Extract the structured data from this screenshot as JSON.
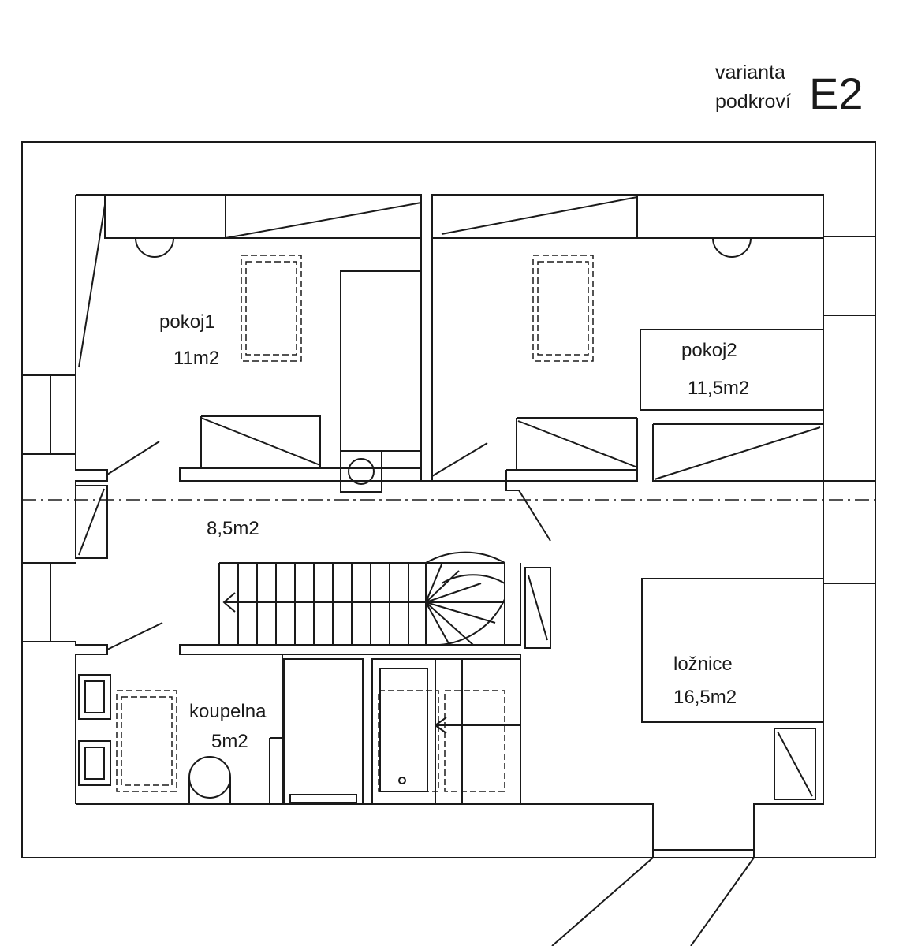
{
  "title": {
    "line1": "varianta",
    "line2": "podkroví",
    "code": "E2"
  },
  "rooms": {
    "pokoj1": {
      "name": "pokoj1",
      "area": "11m2"
    },
    "pokoj2": {
      "name": "pokoj2",
      "area": "11,5m2"
    },
    "hall": {
      "area": "8,5m2"
    },
    "koupelna": {
      "name": "koupelna",
      "area": "5m2"
    },
    "loznice": {
      "name": "ložnice",
      "area": "16,5m2"
    }
  },
  "colors": {
    "line": "#1a1a1a",
    "background": "#ffffff"
  }
}
